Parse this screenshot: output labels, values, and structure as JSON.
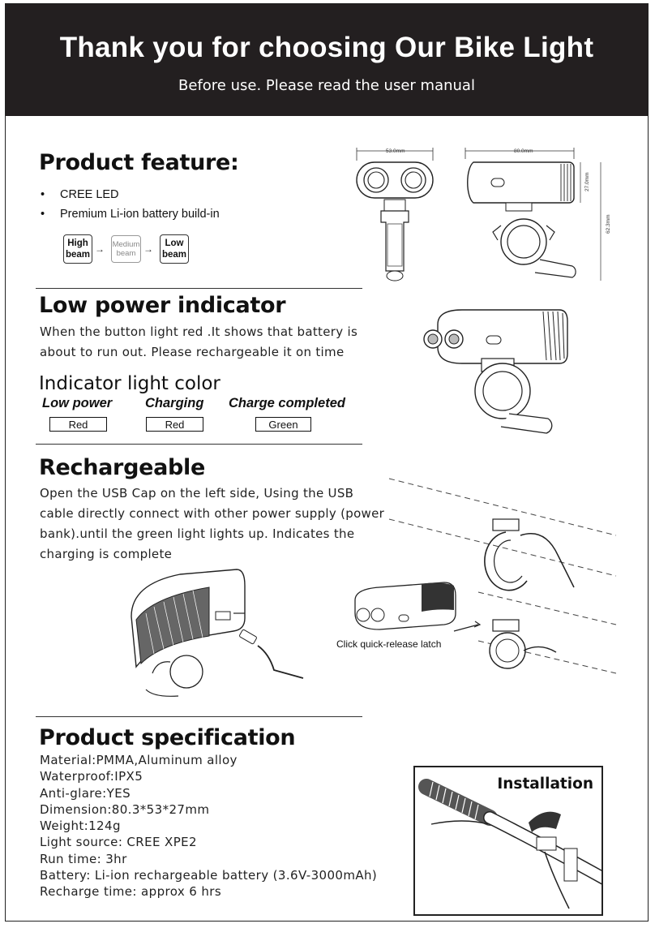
{
  "header": {
    "title": "Thank you for choosing Our Bike Light",
    "subtitle": "Before use. Please read the user manual"
  },
  "feature": {
    "heading": "Product feature:",
    "bullets": [
      "CREE LED",
      "Premium Li-ion battery build-in"
    ],
    "bullet_symbol": "•",
    "modes": [
      {
        "line1": "High",
        "line2": "beam"
      },
      {
        "line1": "Medium",
        "line2": "beam"
      },
      {
        "line1": "Low",
        "line2": "beam"
      }
    ],
    "dimensions": {
      "width": "53.0mm",
      "length": "80.0mm",
      "height": "27.0mm",
      "total_height": "62.3mm"
    }
  },
  "low_power": {
    "heading": "Low power indicator",
    "text_line1": "When the button light red .It shows that battery is",
    "text_line2": "about to run out. Please rechargeable it on time",
    "indicator_title": "Indicator light color",
    "indicators": [
      {
        "label": "Low power",
        "color": "Red"
      },
      {
        "label": "Charging",
        "color": "Red"
      },
      {
        "label": "Charge completed",
        "color": "Green"
      }
    ]
  },
  "recharge": {
    "heading": "Rechargeable",
    "lines": [
      "Open the USB Cap on the left side, Using the USB",
      "cable directly connect with other power supply (power",
      "bank).until the green light lights up. Indicates the",
      "charging is complete"
    ],
    "latch_caption": "Click quick-release latch"
  },
  "spec": {
    "heading": "Product specification",
    "lines": [
      "Material:PMMA,Aluminum alloy",
      "Waterproof:IPX5",
      "Anti-glare:YES",
      "Dimension:80.3*53*27mm",
      "Weight:124g",
      "Light source: CREE XPE2",
      "Run time: 3hr",
      "Battery: Li-ion rechargeable battery (3.6V-3000mAh)",
      "Recharge time: approx 6 hrs"
    ]
  },
  "installation": {
    "title": "Installation"
  },
  "colors": {
    "header_bg": "#231f20",
    "text": "#111111"
  }
}
